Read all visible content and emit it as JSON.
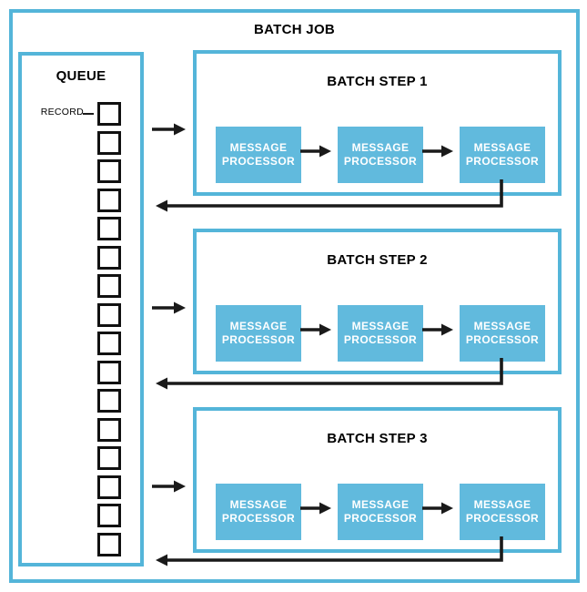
{
  "diagram": {
    "title": "BATCH JOB",
    "queue": {
      "title": "QUEUE",
      "record_label": "RECORD",
      "slot_count": 16
    },
    "steps": [
      {
        "title": "BATCH STEP 1",
        "processors": [
          "MESSAGE PROCESSOR",
          "MESSAGE PROCESSOR",
          "MESSAGE PROCESSOR"
        ]
      },
      {
        "title": "BATCH STEP 2",
        "processors": [
          "MESSAGE PROCESSOR",
          "MESSAGE PROCESSOR",
          "MESSAGE PROCESSOR"
        ]
      },
      {
        "title": "BATCH STEP 3",
        "processors": [
          "MESSAGE PROCESSOR",
          "MESSAGE PROCESSOR",
          "MESSAGE PROCESSOR"
        ]
      }
    ],
    "colors": {
      "accent": "#54b5d9",
      "processor_fill": "#61badd",
      "arrow": "#1a1a1a",
      "text_dark": "#000000",
      "text_light": "#ffffff"
    }
  }
}
